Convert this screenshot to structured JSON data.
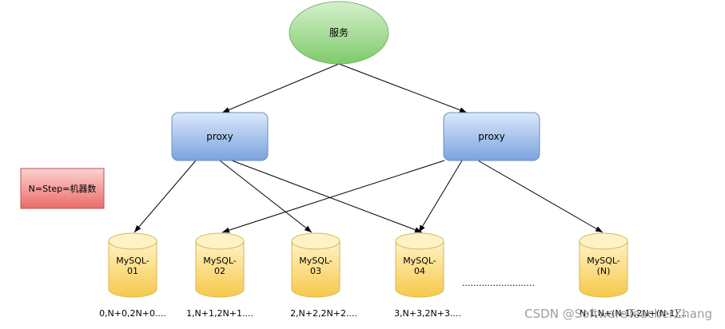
{
  "service": {
    "label": "服务"
  },
  "proxies": [
    {
      "label": "proxy"
    },
    {
      "label": "proxy"
    }
  ],
  "note": {
    "label": "N=Step=机器数"
  },
  "databases": [
    {
      "line1": "MySQL-",
      "line2": "01",
      "sequence": "0,N+0,2N+0...."
    },
    {
      "line1": "MySQL-",
      "line2": "02",
      "sequence": "1,N+1,2N+1...."
    },
    {
      "line1": "MySQL-",
      "line2": "03",
      "sequence": "2,N+2,2N+2...."
    },
    {
      "line1": "MySQL-",
      "line2": "04",
      "sequence": "3,N+3,2N+3...."
    },
    {
      "line1": "MySQL-",
      "line2": "(N)",
      "sequence": "N-1,N+(N-1),2N+(N-1)..."
    }
  ],
  "ellipsis": "..........................",
  "watermark": "CSDN @SoftwareTeacherZhang",
  "colors": {
    "service_fill": "#8fd27f",
    "proxy_fill": "#7ea6e0",
    "note_fill": "#ea6b66",
    "db_fill": "#ffd966",
    "line": "#000000"
  }
}
